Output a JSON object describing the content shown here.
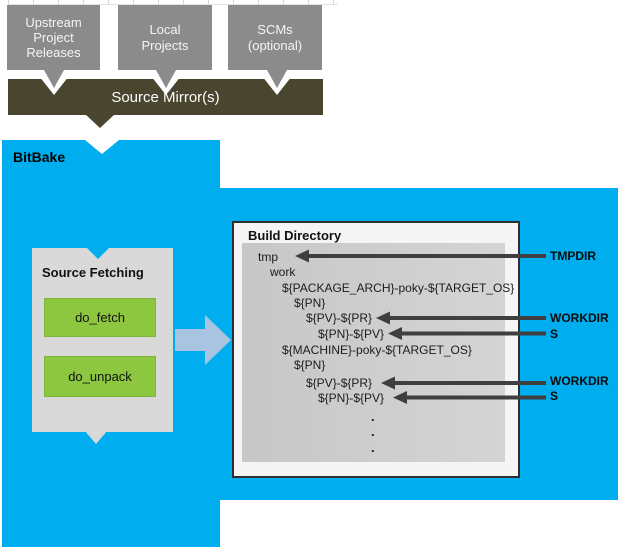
{
  "top_sources": {
    "upstream_label": "Upstream\nProject\nReleases",
    "local_label": "Local\nProjects",
    "scms_label": "SCMs\n(optional)",
    "mirror_label": "Source Mirror(s)"
  },
  "bitbake": {
    "title": "BitBake",
    "source_fetching": {
      "title": "Source Fetching",
      "do_fetch_label": "do_fetch",
      "do_unpack_label": "do_unpack"
    }
  },
  "build_directory": {
    "title": "Build Directory",
    "tree": [
      "tmp",
      "work",
      "${PACKAGE_ARCH}-poky-${TARGET_OS}",
      "${PN}",
      "${PV}-${PR}",
      "${PN}-${PV}",
      "${MACHINE}-poky-${TARGET_OS}",
      "${PN}",
      "${PV}-${PR}",
      "${PN}-${PV}"
    ],
    "dots": [
      ".",
      ".",
      "."
    ]
  },
  "annotations": {
    "tmpdir": "TMPDIR",
    "workdir1": "WORKDIR",
    "s1": "S",
    "workdir2": "WORKDIR",
    "s2": "S"
  },
  "colors": {
    "bitbake_blue": "#00AEEF",
    "mirror_olive": "#49452E",
    "source_gray": "#8B8B8B",
    "fetch_gray": "#D9D9D9",
    "task_green": "#8DC63F",
    "block_arrow_blue": "#A8C4E0",
    "annotation_arrow": "#3F3F3F"
  }
}
